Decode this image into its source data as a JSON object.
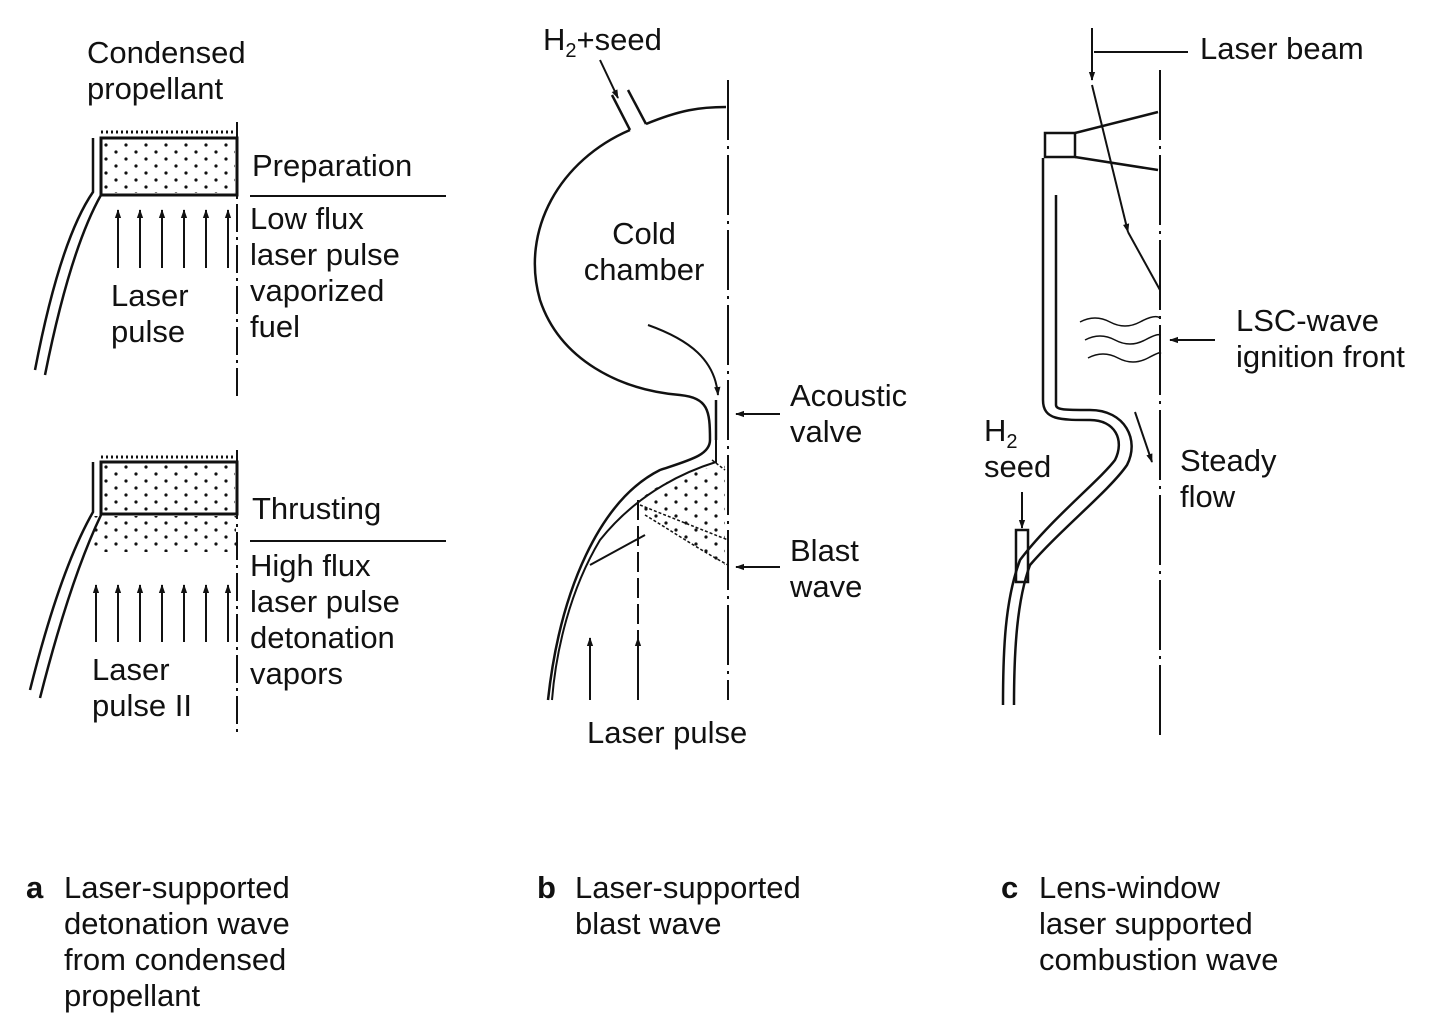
{
  "panel_a": {
    "top_label": [
      "Condensed",
      "propellant"
    ],
    "stage1_title": "Preparation",
    "stage1_desc": [
      "Low flux",
      "laser pulse",
      "vaporized",
      "fuel"
    ],
    "pulse1_label": [
      "Laser",
      "pulse"
    ],
    "stage2_title": "Thrusting",
    "stage2_desc": [
      "High flux",
      "laser pulse",
      "detonation",
      "vapors"
    ],
    "pulse2_label": [
      "Laser",
      "pulse II"
    ],
    "caption_letter": "a",
    "caption": [
      "Laser-supported",
      "detonation wave",
      "from condensed",
      "propellant"
    ]
  },
  "panel_b": {
    "inlet_label_main": "H",
    "inlet_label_sub": "2",
    "inlet_label_rest": "+seed",
    "chamber_label": [
      "Cold",
      "chamber"
    ],
    "valve_label": [
      "Acoustic",
      "valve"
    ],
    "blast_label": [
      "Blast",
      "wave"
    ],
    "pulse_label": "Laser pulse",
    "caption_letter": "b",
    "caption": [
      "Laser-supported",
      "blast wave"
    ]
  },
  "panel_c": {
    "beam_label": "Laser beam",
    "front_label": [
      "LSC-wave",
      "ignition front"
    ],
    "seed_label_main": "H",
    "seed_label_sub": "2",
    "seed_label_rest": "seed",
    "flow_label": [
      "Steady",
      "flow"
    ],
    "caption_letter": "c",
    "caption": [
      "Lens-window",
      "laser supported",
      "combustion wave"
    ]
  }
}
